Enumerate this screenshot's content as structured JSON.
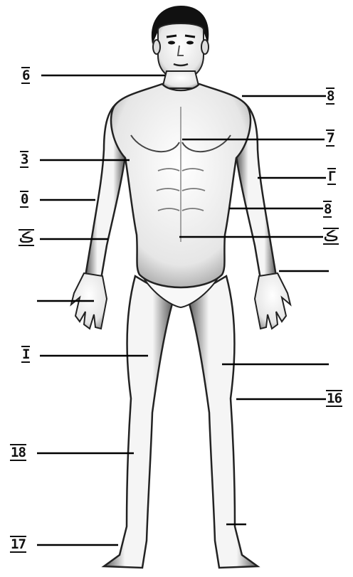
{
  "diagram": {
    "labels": {
      "head": "6",
      "shoulder": "8",
      "upper_arm": "3",
      "chest": "7",
      "forearm_right": "Γ",
      "elbow": "0",
      "waist": "8",
      "forearm_left": "ڪ",
      "abdomen": "ڪ",
      "thigh": "I",
      "knee": "16",
      "shin": "18",
      "foot": "17"
    }
  }
}
